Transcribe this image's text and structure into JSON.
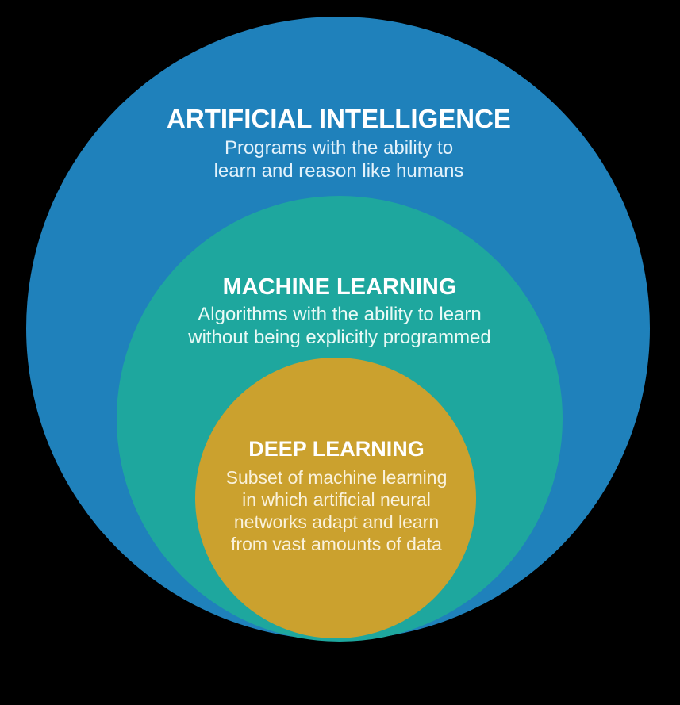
{
  "diagram": {
    "type": "nested-circles-venn",
    "background_color": "#000000",
    "circles": [
      {
        "id": "ai",
        "label": "ARTIFICIAL INTELLIGENCE",
        "description_lines": [
          "Programs with the ability to",
          "learn and reason like humans"
        ],
        "color": "#1F81BB",
        "label_color": "#FFFFFF",
        "description_color": "#E3F2FB"
      },
      {
        "id": "ml",
        "label": "MACHINE LEARNING",
        "description_lines": [
          "Algorithms with the ability to learn",
          "without being explicitly programmed"
        ],
        "color": "#1EA79E",
        "label_color": "#FFFFFF",
        "description_color": "#E9FAF6"
      },
      {
        "id": "dl",
        "label": "DEEP LEARNING",
        "description_lines": [
          "Subset of machine learning",
          "in which artificial neural",
          "networks adapt and learn",
          "from vast amounts of data"
        ],
        "color": "#CBA12E",
        "label_color": "#FFFFFF",
        "description_color": "#FAF2DC"
      }
    ]
  }
}
